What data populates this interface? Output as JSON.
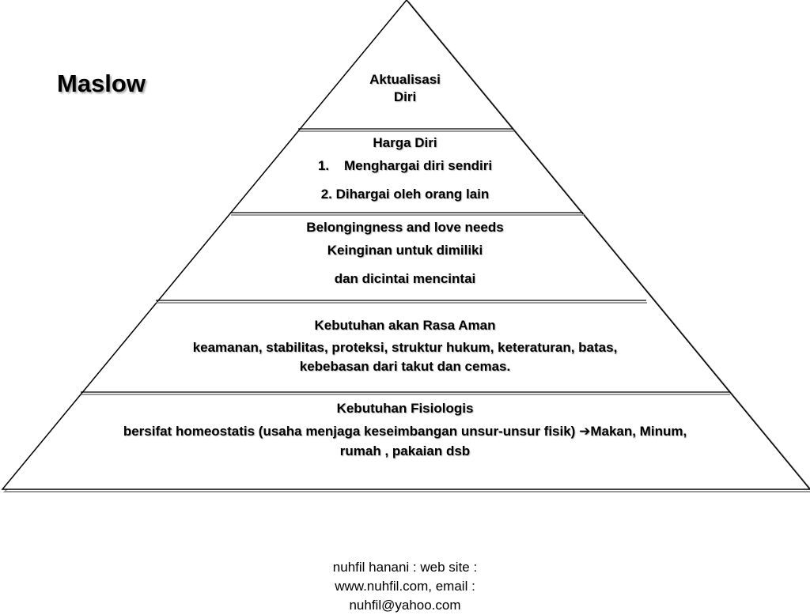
{
  "slide": {
    "title": "Maslow"
  },
  "pyramid": {
    "tiers": [
      {
        "heading_lines": [
          "Aktualisasi",
          "Diri"
        ]
      },
      {
        "heading": "Harga Diri",
        "items": [
          "1.    Menghargai diri sendiri",
          "2. Dihargai oleh orang lain"
        ]
      },
      {
        "heading": "Belongingness and love needs",
        "lines": [
          "Keinginan untuk dimiliki",
          "dan dicintai mencintai"
        ]
      },
      {
        "heading": "Kebutuhan akan Rasa Aman",
        "lines": [
          "keamanan, stabilitas, proteksi, struktur hukum, keteraturan, batas,",
          "kebebasan dari takut dan cemas."
        ]
      },
      {
        "heading": "Kebutuhan Fisiologis",
        "line1_before_arrow": "bersifat homeostatis (usaha menjaga keseimbangan unsur-unsur fisik) ",
        "arrow": "➔",
        "line1_after_arrow": "Makan, Minum,",
        "line2": "rumah , pakaian dsb"
      }
    ]
  },
  "footer": {
    "lines": [
      "nuhfil hanani : web site :",
      "www.nuhfil.com, email :",
      "nuhfil@yahoo.com"
    ]
  },
  "colors": {
    "background": "#ffffff",
    "outline": "#000000",
    "shadow": "#9a9a9a"
  }
}
